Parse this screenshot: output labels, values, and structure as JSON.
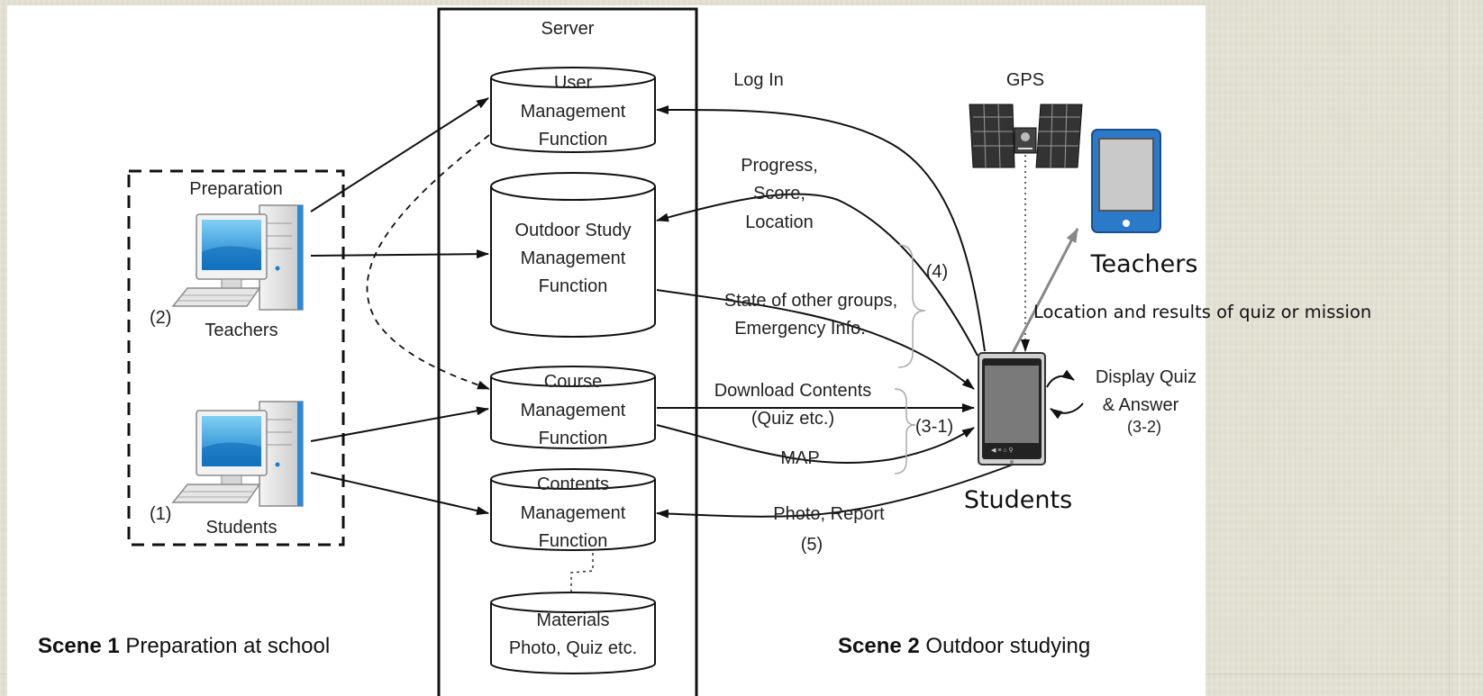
{
  "server": {
    "title": "Server"
  },
  "functions": {
    "user": [
      "User",
      "Management",
      "Function"
    ],
    "outdoor": [
      "Outdoor Study",
      "Management",
      "Function"
    ],
    "course": [
      "Course",
      "Management",
      "Function"
    ],
    "contents": [
      "Contents",
      "Management",
      "Function"
    ],
    "materials": [
      "Materials",
      "Photo, Quiz etc."
    ]
  },
  "preparation": {
    "title": "Preparation",
    "teachers_label": "Teachers",
    "students_label": "Students",
    "step_teachers": "(2)",
    "step_students": "(1)"
  },
  "flows": {
    "login": "Log In",
    "progress": [
      "Progress,",
      "Score,",
      "Location"
    ],
    "state": [
      "State of  other groups,",
      "Emergency Info."
    ],
    "step4": "(4)",
    "download": [
      "Download Contents",
      "(Quiz etc.)"
    ],
    "map": "MAP",
    "step31": "(3-1)",
    "photo": "Photo, Report",
    "step5": "(5)"
  },
  "gps": {
    "label": "GPS"
  },
  "teachers_tablet": {
    "label": "Teachers"
  },
  "location_results": "Location and results of quiz or mission",
  "phone": {
    "display": [
      "Display Quiz",
      "& Answer",
      "(3-2)"
    ],
    "students_label": "Students"
  },
  "scenes": {
    "scene1_bold": "Scene 1",
    "scene1_text": " Preparation at school",
    "scene2_bold": "Scene 2",
    "scene2_text": " Outdoor studying"
  }
}
